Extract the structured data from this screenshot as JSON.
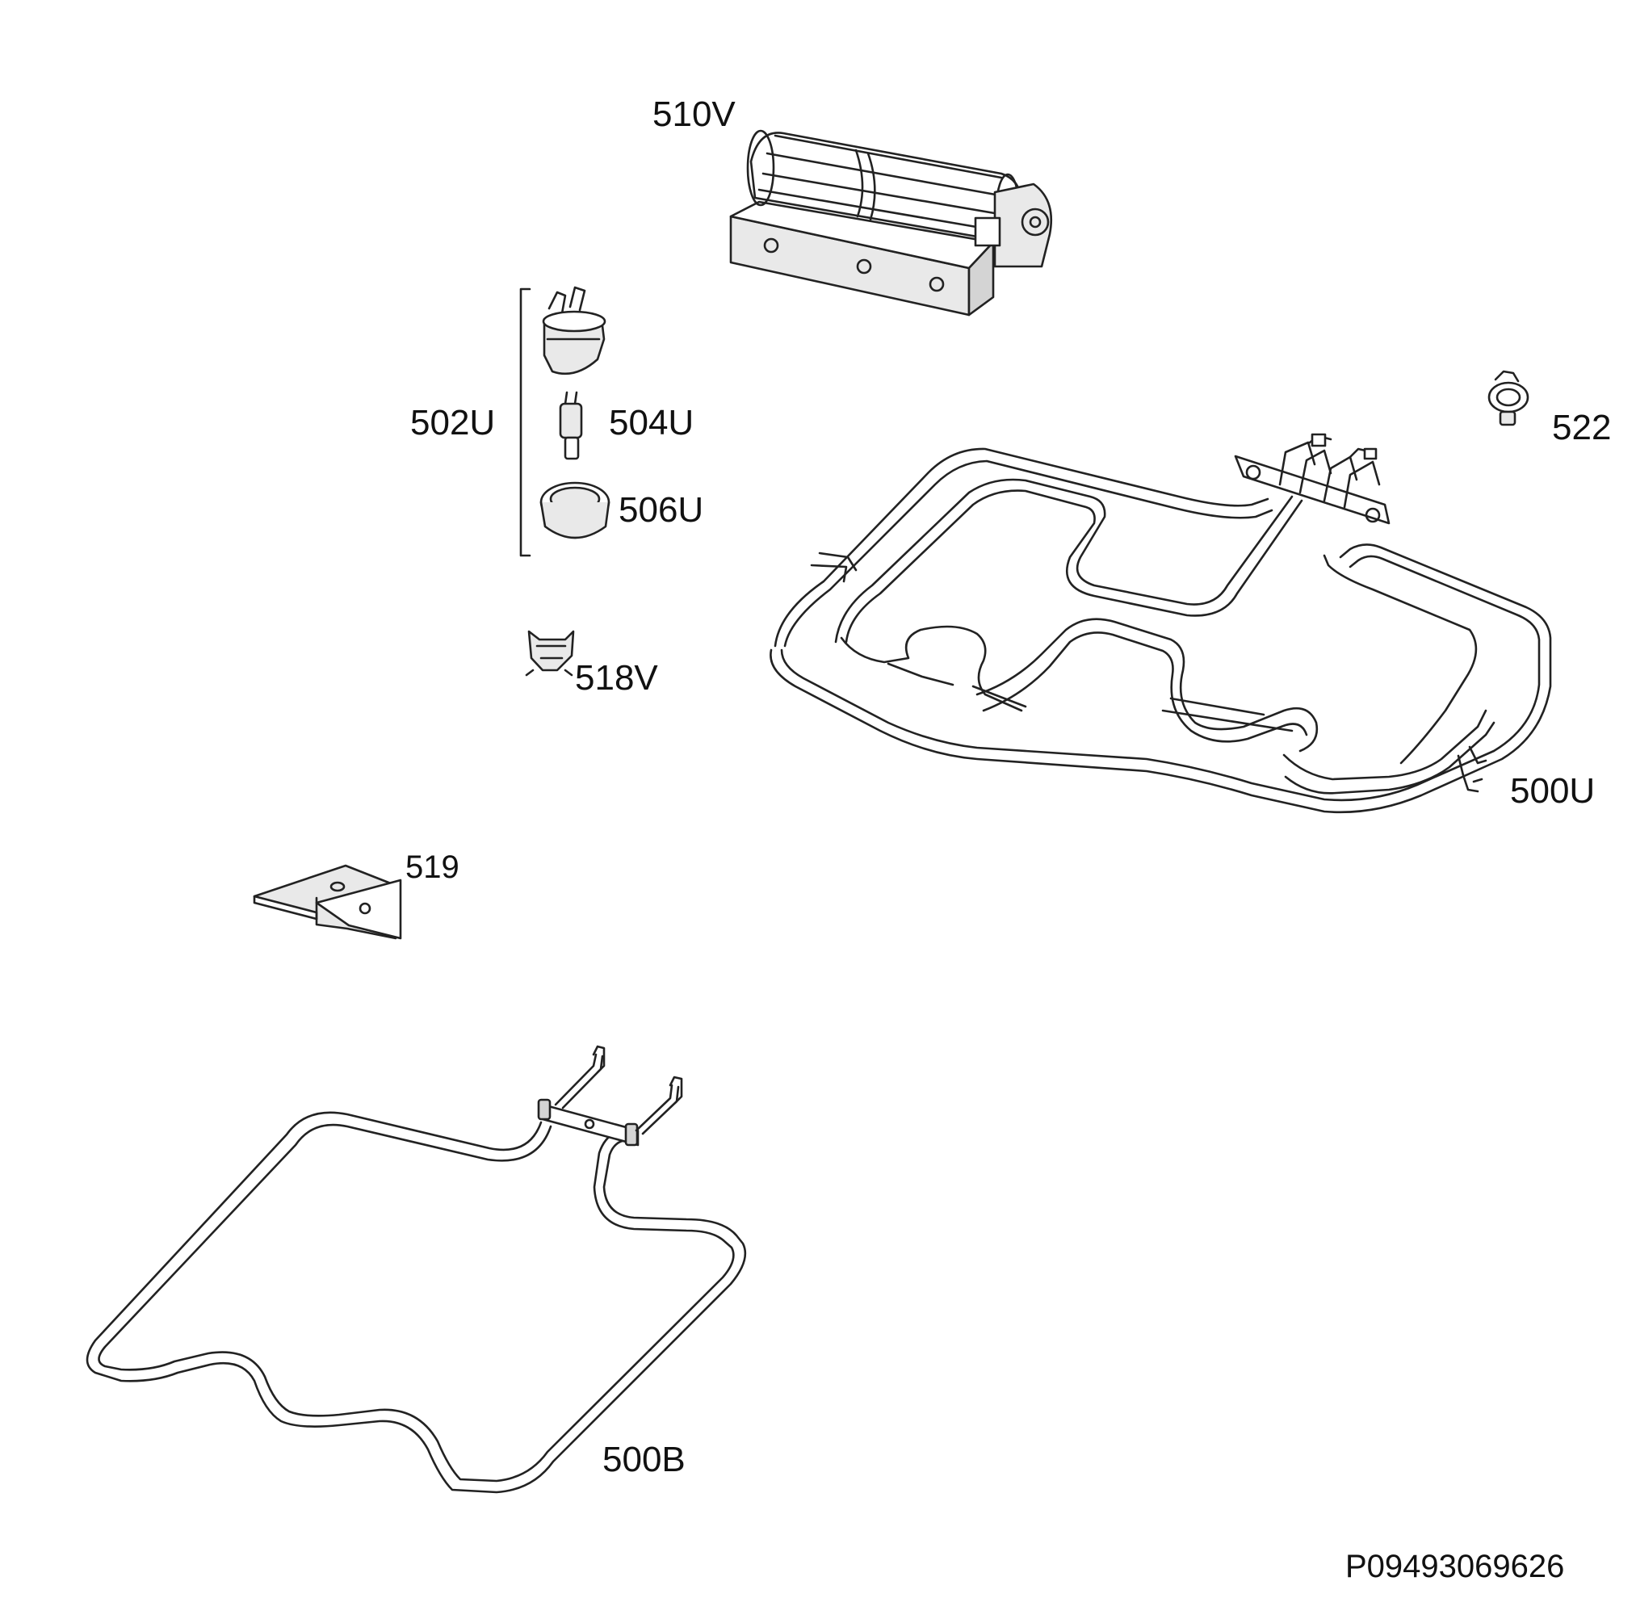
{
  "labels": {
    "p510V": "510V",
    "p502U": "502U",
    "p504U": "504U",
    "p506U": "506U",
    "p522": "522",
    "p518V": "518V",
    "p500U": "500U",
    "p519": "519",
    "p500B": "500B",
    "drawing_id": "P09493069626"
  },
  "colors": {
    "line": "#222222",
    "background": "#ffffff",
    "shade": "#e9e9e9"
  }
}
